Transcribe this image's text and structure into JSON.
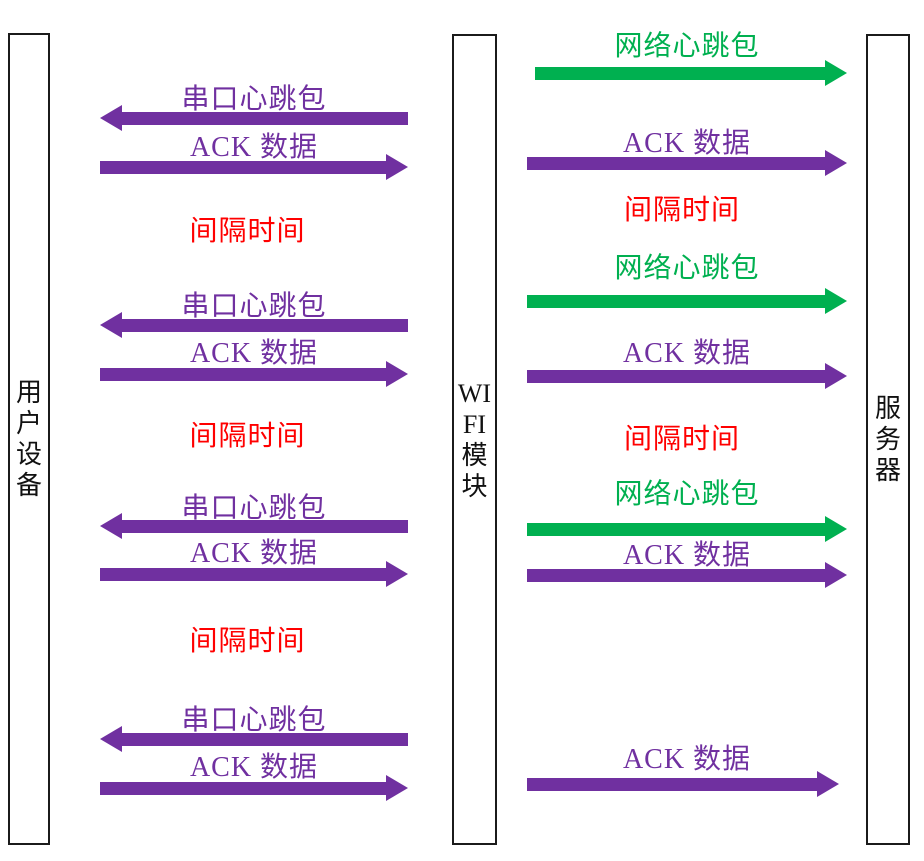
{
  "colors": {
    "purple": "#7030A0",
    "green": "#00B050",
    "red": "#FF0000",
    "border": "#1b1b1b"
  },
  "participants": {
    "user_device": {
      "name": "用户设备",
      "lines": [
        "用",
        "户",
        "设",
        "备"
      ]
    },
    "wifi_module": {
      "name": "WIFI模块",
      "lines": [
        "WI",
        "FI",
        "模",
        "块"
      ]
    },
    "server": {
      "name": "服务器",
      "lines": [
        "服",
        "务",
        "器"
      ]
    }
  },
  "left_channel": {
    "messages": [
      {
        "kind": "arrow",
        "direction": "left",
        "color": "purple",
        "label": "串口心跳包"
      },
      {
        "kind": "arrow",
        "direction": "right",
        "color": "purple",
        "label": "ACK 数据"
      },
      {
        "kind": "interval",
        "color": "red",
        "label": "间隔时间"
      },
      {
        "kind": "arrow",
        "direction": "left",
        "color": "purple",
        "label": "串口心跳包"
      },
      {
        "kind": "arrow",
        "direction": "right",
        "color": "purple",
        "label": "ACK 数据"
      },
      {
        "kind": "interval",
        "color": "red",
        "label": "间隔时间"
      },
      {
        "kind": "arrow",
        "direction": "left",
        "color": "purple",
        "label": "串口心跳包"
      },
      {
        "kind": "arrow",
        "direction": "right",
        "color": "purple",
        "label": "ACK 数据"
      },
      {
        "kind": "interval",
        "color": "red",
        "label": "间隔时间"
      },
      {
        "kind": "arrow",
        "direction": "left",
        "color": "purple",
        "label": "串口心跳包"
      },
      {
        "kind": "arrow",
        "direction": "right",
        "color": "purple",
        "label": "ACK 数据"
      }
    ]
  },
  "right_channel": {
    "messages": [
      {
        "kind": "arrow",
        "direction": "right",
        "color": "green",
        "label": "网络心跳包"
      },
      {
        "kind": "arrow",
        "direction": "right",
        "color": "purple",
        "label": "ACK 数据"
      },
      {
        "kind": "interval",
        "color": "red",
        "label": "间隔时间"
      },
      {
        "kind": "arrow",
        "direction": "right",
        "color": "green",
        "label": "网络心跳包"
      },
      {
        "kind": "arrow",
        "direction": "right",
        "color": "purple",
        "label": "ACK 数据"
      },
      {
        "kind": "interval",
        "color": "red",
        "label": "间隔时间"
      },
      {
        "kind": "arrow",
        "direction": "right",
        "color": "green",
        "label": "网络心跳包"
      },
      {
        "kind": "arrow",
        "direction": "right",
        "color": "purple",
        "label": "ACK 数据"
      },
      {
        "kind": "arrow",
        "direction": "right",
        "color": "purple",
        "label": "ACK 数据"
      }
    ]
  }
}
